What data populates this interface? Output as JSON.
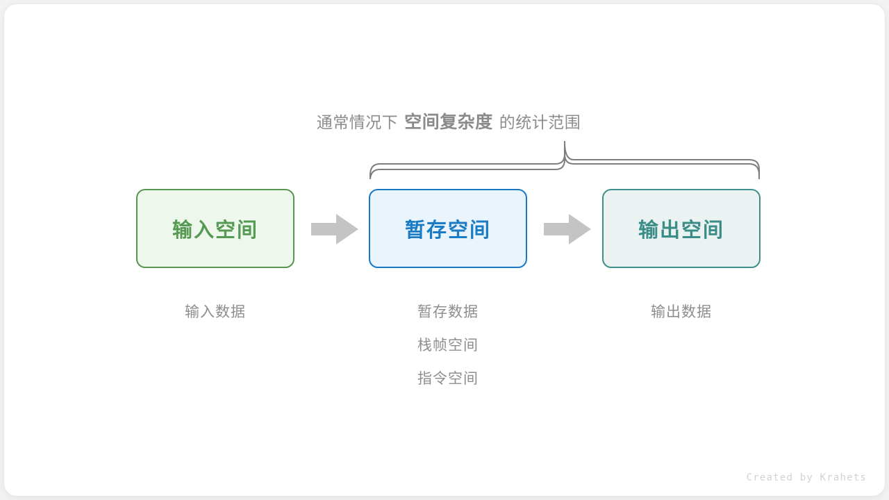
{
  "heading": {
    "prefix": "通常情况下",
    "emphasis": "空间复杂度",
    "suffix": "的统计范围"
  },
  "boxes": [
    {
      "key": "input",
      "label": "输入空间",
      "fill": "#eef7ec",
      "border": "#57964f",
      "text": "#549a53"
    },
    {
      "key": "temp",
      "label": "暂存空间",
      "fill": "#e9f4fc",
      "border": "#1877c4",
      "text": "#1a7cc4"
    },
    {
      "key": "output",
      "label": "输出空间",
      "fill": "#eaf3f1",
      "border": "#3d8f89",
      "text": "#3a8d87"
    }
  ],
  "arrows": [
    {
      "key": "input-to-temp",
      "glyph": "block-arrow-right",
      "color": "#c4c4c4"
    },
    {
      "key": "temp-to-output",
      "glyph": "block-arrow-right",
      "color": "#c4c4c4"
    }
  ],
  "brace": {
    "color": "#7d7d7d",
    "spans": [
      "temp",
      "output"
    ]
  },
  "captions": {
    "input": [
      "输入数据"
    ],
    "temp": [
      "暂存数据",
      "栈帧空间",
      "指令空间"
    ],
    "output": [
      "输出数据"
    ]
  },
  "watermark": "Created by Krahets",
  "palette": {
    "page_background": "#f2f2f2",
    "card_background": "#ffffff",
    "muted_text": "#8e8e8e",
    "heading_text": "#8c8c8c",
    "watermark_text": "#d2d2d2"
  }
}
